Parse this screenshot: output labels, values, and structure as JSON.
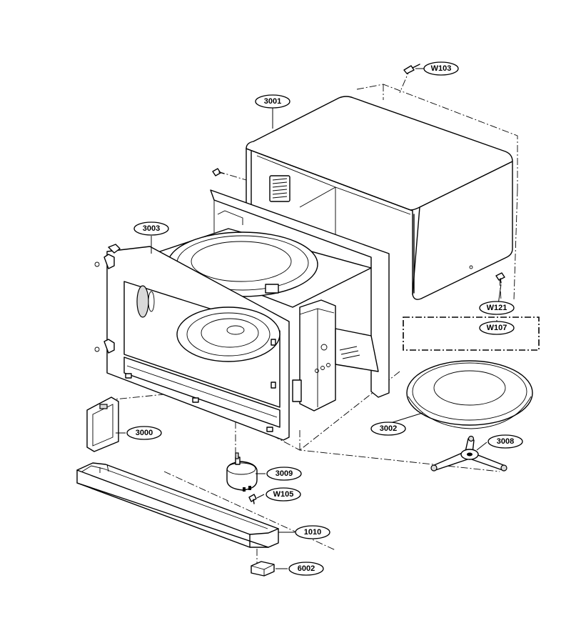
{
  "callouts": [
    {
      "id": "w103",
      "text": "W103"
    },
    {
      "id": "3001",
      "text": "3001"
    },
    {
      "id": "3003",
      "text": "3003"
    },
    {
      "id": "w121",
      "text": "W121"
    },
    {
      "id": "w107",
      "text": "W107"
    },
    {
      "id": "3002",
      "text": "3002"
    },
    {
      "id": "3008",
      "text": "3008"
    },
    {
      "id": "3000",
      "text": "3000"
    },
    {
      "id": "3009",
      "text": "3009"
    },
    {
      "id": "w105",
      "text": "W105"
    },
    {
      "id": "1010",
      "text": "1010"
    },
    {
      "id": "6002",
      "text": "6002"
    }
  ]
}
